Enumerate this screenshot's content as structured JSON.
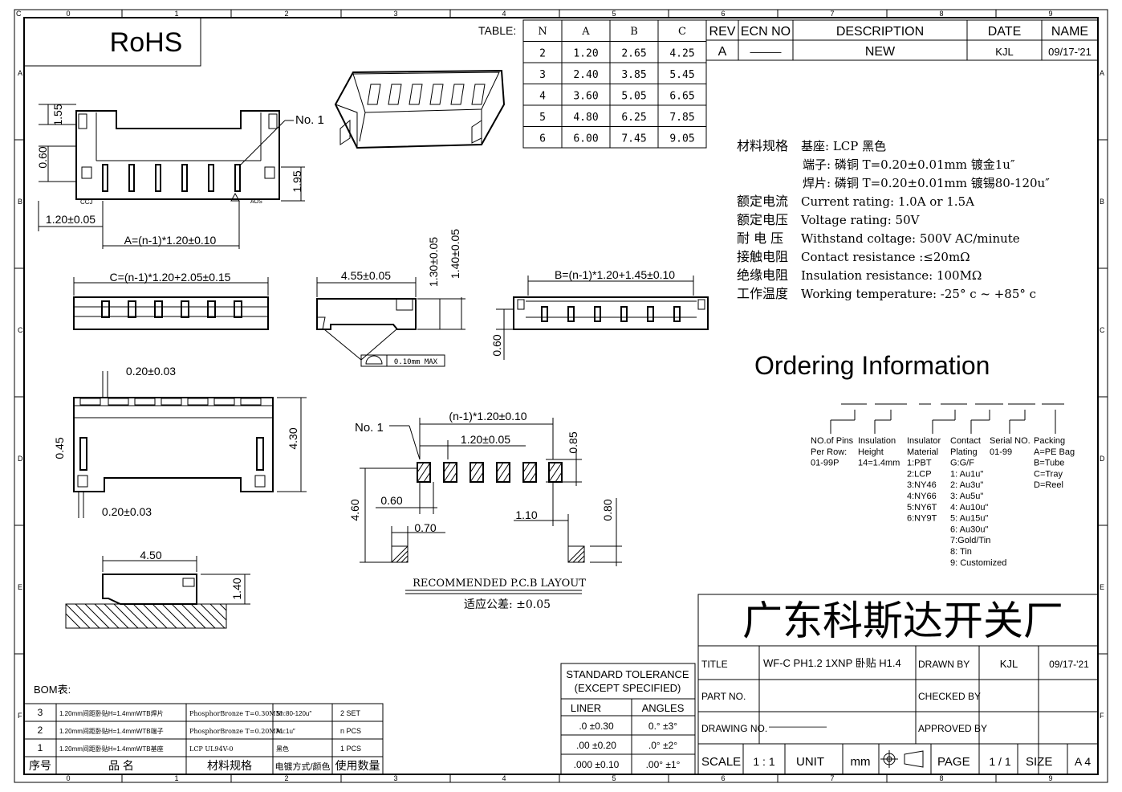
{
  "grid": {
    "cols": [
      "0",
      "1",
      "2",
      "3",
      "4",
      "5",
      "6",
      "7",
      "8",
      "9"
    ],
    "rows": [
      "A",
      "B",
      "C",
      "D",
      "E",
      "F"
    ],
    "corner": "C"
  },
  "rohs": "RoHS",
  "pin_table": {
    "label": "TABLE:",
    "headers": [
      "N",
      "A",
      "B",
      "C"
    ],
    "rows": [
      [
        "2",
        "1.20",
        "2.65",
        "4.25"
      ],
      [
        "3",
        "2.40",
        "3.85",
        "5.45"
      ],
      [
        "4",
        "3.60",
        "5.05",
        "6.65"
      ],
      [
        "5",
        "4.80",
        "6.25",
        "7.85"
      ],
      [
        "6",
        "6.00",
        "7.45",
        "9.05"
      ]
    ]
  },
  "revision": {
    "headers": [
      "REV",
      "ECN NO",
      "DESCRIPTION",
      "DATE",
      "NAME"
    ],
    "row": [
      "A",
      "———",
      "NEW",
      "KJL",
      "09/17-'21"
    ]
  },
  "specs": [
    {
      "label": "材料规格",
      "text": "基座:  LCP 黑色"
    },
    {
      "label": "",
      "text": "端子:  磷铜 T=0.20±0.01mm 镀金1u″"
    },
    {
      "label": "",
      "text": "焊片:  磷铜 T=0.20±0.01mm 镀锡80-120u″"
    },
    {
      "label": "额定电流",
      "text": "Current rating: 1.0A or 1.5A"
    },
    {
      "label": "额定电压",
      "text": "Voltage rating: 50V"
    },
    {
      "label": "耐 电 压",
      "text": "Withstand coltage: 500V AC/minute"
    },
    {
      "label": "接触电阻",
      "text": "Contact resistance :≤20mΩ"
    },
    {
      "label": "绝缘电阻",
      "text": "Insulation resistance: 100MΩ"
    },
    {
      "label": "工作温度",
      "text": "Working temperature: -25° c ~ +85° c"
    }
  ],
  "ordering": {
    "title": "Ordering Information",
    "columns": [
      {
        "lines": [
          "NO.of Pins",
          "Per Row:",
          "01-99P"
        ]
      },
      {
        "lines": [
          "Insulation",
          "Height",
          "14=1.4mm"
        ]
      },
      {
        "lines": [
          "Insulator",
          "Material",
          "1:PBT",
          "2:LCP",
          "3:NY46",
          "4:NY66",
          "5:NY6T",
          "6:NY9T"
        ]
      },
      {
        "lines": [
          "Contact",
          "Plating",
          "G:G/F",
          "1: Au1u\"",
          "2: Au3u\"",
          "3: Au5u\"",
          "4: Au10u\"",
          "5: Au15u\"",
          "6: Au30u\"",
          "7:Gold/Tin",
          "8: Tin",
          "9: Customized"
        ]
      },
      {
        "lines": [
          "Serial NO.",
          "01-99"
        ]
      },
      {
        "lines": [
          "Packing",
          "A=PE Bag",
          "B=Tube",
          "C=Tray",
          "D=Reel"
        ]
      }
    ]
  },
  "dims": {
    "d155": "1.55",
    "d060": "0.60",
    "d195": "1.95",
    "d120": "1.20±0.05",
    "formulaA": "A=(n-1)*1.20±0.10",
    "no1": "No. 1",
    "ccj": "CCJ",
    "aos": "AOS",
    "formulaC": "C=(n-1)*1.20+2.05±0.15",
    "d455": "4.55±0.05",
    "d130": "1.30±0.05",
    "d140": "1.40±0.05",
    "max": "0.10mm MAX",
    "formulaB": "B=(n-1)*1.20+1.45±0.10",
    "d060b": "0.60",
    "d020a": "0.20±0.03",
    "d045": "0.45",
    "d430": "4.30",
    "d020b": "0.20±0.03",
    "d450": "4.50",
    "d140b": "1.40",
    "pcb_no1": "No. 1",
    "pcb_pitch": "(n-1)*1.20±0.10",
    "pcb_120": "1.20±0.05",
    "pcb_085": "0.85",
    "pcb_460": "4.60",
    "pcb_060": "0.60",
    "pcb_070": "0.70",
    "pcb_110": "1.10",
    "pcb_080": "0.80",
    "pcb_title": "RECOMMENDED P.C.B LAYOUT",
    "pcb_tol": "适应公差: ±0.05"
  },
  "company": "广东科斯达开关厂",
  "title_block": {
    "title_label": "TITLE",
    "title": "WF-C PH1.2 1XNP 卧贴 H1.4",
    "drawn_label": "DRAWN BY",
    "drawn_by": "KJL",
    "drawn_date": "09/17-'21",
    "part_label": "PART NO.",
    "checked_label": "CHECKED BY",
    "drawing_label": "DRAWING NO.",
    "drawing_no": "——————",
    "approved_label": "APPROVED BY",
    "scale_label": "SCALE",
    "scale": "1 : 1",
    "unit_label": "UNIT",
    "unit": "mm",
    "page_label": "PAGE",
    "page": "1 / 1",
    "size_label": "SIZE",
    "size": "A 4"
  },
  "tolerance": {
    "title1": "STANDARD TOLERANCE",
    "title2": "(EXCEPT  SPECIFIED)",
    "headers": [
      "LINER",
      "ANGLES"
    ],
    "rows": [
      [
        ".0  ±0.30",
        "0.°  ±3°"
      ],
      [
        ".00  ±0.20",
        ".0°  ±2°"
      ],
      [
        ".000 ±0.10",
        ".00° ±1°"
      ]
    ]
  },
  "bom": {
    "label": "BOM表:",
    "rows": [
      [
        "3",
        "1.20mm间距卧贴H=1.4mmWTB焊片",
        "PhosphorBronze T=0.30MM",
        "Sn:80-120u″",
        "2  SET"
      ],
      [
        "2",
        "1.20mm间距卧贴H=1.4mmWTB端子",
        "PhosphorBronze T=0.20MM",
        "Au:1u″",
        "n  PCS"
      ],
      [
        "1",
        "1.20mm间距卧贴H=1.4mmWTB基座",
        "LCP UL94V-0",
        "黑色",
        "1  PCS"
      ]
    ],
    "headers": [
      "序号",
      "品        名",
      "材料规格",
      "电镀方式/颜色",
      "使用数量"
    ]
  }
}
